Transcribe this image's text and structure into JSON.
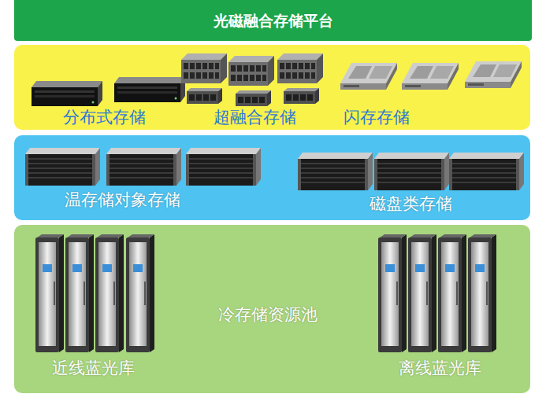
{
  "diagram": {
    "nodes": [
      {
        "text": [
          "光磁融合存储平台"
        ]
      },
      {
        "text": [
          "分布式存储",
          "超融合存储",
          "闪存存储"
        ]
      },
      {
        "text": [
          "温存储对象存储",
          "磁盘类存储"
        ]
      },
      {
        "text": [
          "冷存储资源池",
          "近线蓝光库",
          "离线蓝光库"
        ]
      }
    ]
  }
}
